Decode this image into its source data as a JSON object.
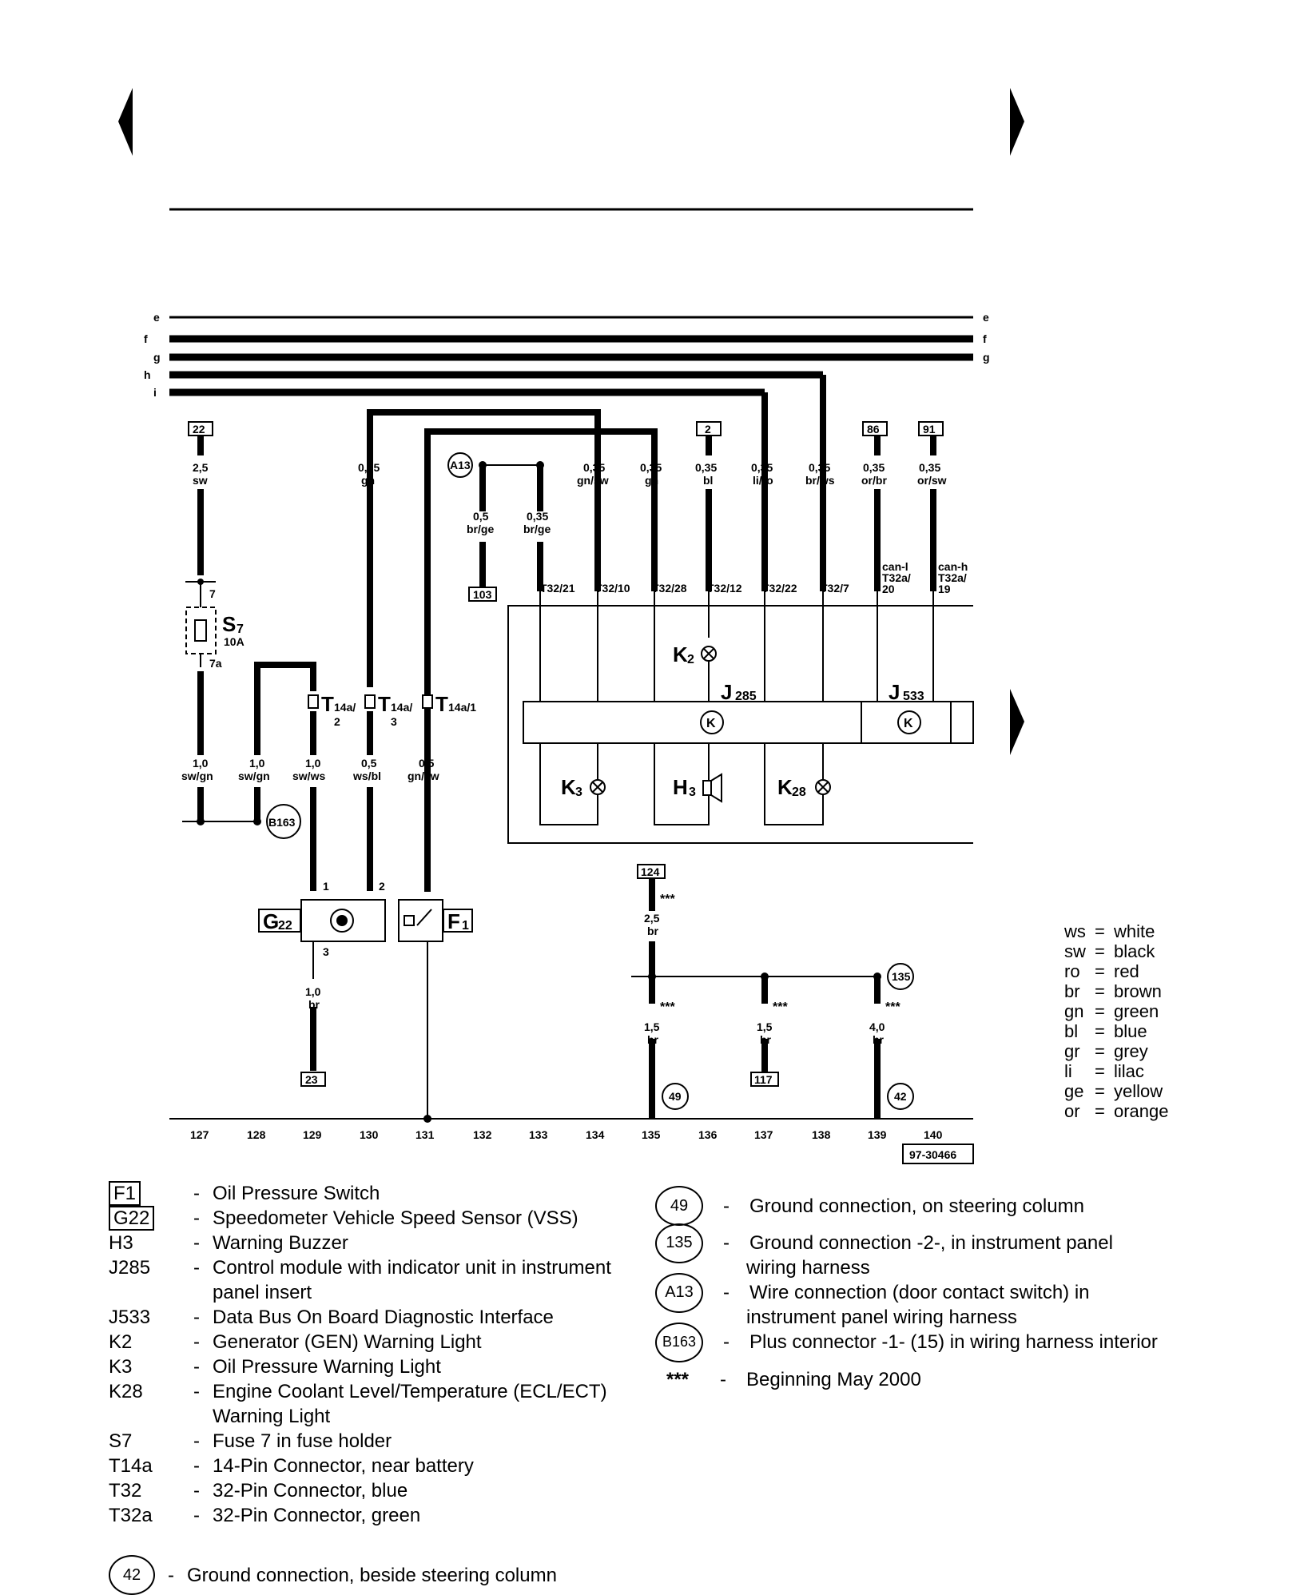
{
  "bus_lines": [
    "e",
    "f",
    "g",
    "h",
    "i"
  ],
  "wires": {
    "w127": {
      "gauge": "2,5",
      "color": "sw"
    },
    "w130": {
      "gauge": "0,35",
      "color": "gn"
    },
    "w_a13a": {
      "gauge": "0,5",
      "color": "br/ge"
    },
    "w_a13b": {
      "gauge": "0,35",
      "color": "br/ge"
    },
    "w134": {
      "gauge": "0,35",
      "color": "gn/sw"
    },
    "w135": {
      "gauge": "0,35",
      "color": "gn"
    },
    "w136": {
      "gauge": "0,35",
      "color": "bl"
    },
    "w137": {
      "gauge": "0,35",
      "color": "li/ro"
    },
    "w138": {
      "gauge": "0,35",
      "color": "br/ws"
    },
    "w139": {
      "gauge": "0,35",
      "color": "or/br"
    },
    "w140": {
      "gauge": "0,35",
      "color": "or/sw"
    },
    "l127": {
      "gauge": "1,0",
      "color": "sw/gn"
    },
    "l128": {
      "gauge": "1,0",
      "color": "sw/gn"
    },
    "l129": {
      "gauge": "1,0",
      "color": "sw/ws"
    },
    "l130": {
      "gauge": "0,5",
      "color": "ws/bl"
    },
    "l131": {
      "gauge": "0,5",
      "color": "gn/sw"
    },
    "g22out": {
      "gauge": "1,0",
      "color": "br"
    },
    "gnd1": {
      "gauge": "2,5",
      "color": "br"
    },
    "gnd2": {
      "gauge": "1,5",
      "color": "br"
    },
    "gnd3": {
      "gauge": "1,5",
      "color": "br"
    },
    "gnd4": {
      "gauge": "4,0",
      "color": "br"
    }
  },
  "refs": {
    "r22": "22",
    "r2": "2",
    "r86": "86",
    "r91": "91",
    "r103": "103",
    "r23": "23",
    "r124": "124",
    "r117": "117"
  },
  "pins": {
    "p_s7_in": "7",
    "p_s7_out": "7a",
    "p1": "T32/21",
    "p2": "T32/10",
    "p3": "T32/28",
    "p4": "T32/12",
    "p5": "T32/22",
    "p6": "T32/7",
    "canl": "can-l",
    "canl2": "T32a/",
    "canl3": "20",
    "canh": "can-h",
    "canh2": "T32a/",
    "canh3": "19",
    "t14a_1a": "T",
    "t14a_1b": "14a/",
    "t14a_1c": "2",
    "t14a_2a": "T",
    "t14a_2b": "14a/",
    "t14a_2c": "3",
    "t14a_3a": "T",
    "t14a_3b": "14a/1",
    "g22p1": "1",
    "g22p2": "2",
    "g22p3": "3"
  },
  "components": {
    "s7": "S",
    "s7sub": "7",
    "s7amp": "10A",
    "k2": "K",
    "k2sub": "2",
    "j285": "J",
    "j285sub": "285",
    "j533": "J",
    "j533sub": "533",
    "k3": "K",
    "k3sub": "3",
    "h3": "H",
    "h3sub": "3",
    "k28": "K",
    "k28sub": "28",
    "g22": "G",
    "g22sub": "22",
    "f1": "F",
    "f1sub": "1",
    "a13": "A13",
    "b163": "B163",
    "g135": "135",
    "g49": "49",
    "g42": "42"
  },
  "stars": "***",
  "tracks": [
    "127",
    "128",
    "129",
    "130",
    "131",
    "132",
    "133",
    "134",
    "135",
    "136",
    "137",
    "138",
    "139",
    "140"
  ],
  "drawing_no": "97-30466",
  "color_key": [
    {
      "abbr": "ws",
      "name": "white"
    },
    {
      "abbr": "sw",
      "name": "black"
    },
    {
      "abbr": "ro",
      "name": "red"
    },
    {
      "abbr": "br",
      "name": "brown"
    },
    {
      "abbr": "gn",
      "name": "green"
    },
    {
      "abbr": "bl",
      "name": "blue"
    },
    {
      "abbr": "gr",
      "name": "grey"
    },
    {
      "abbr": "li",
      "name": "lilac"
    },
    {
      "abbr": "ge",
      "name": "yellow"
    },
    {
      "abbr": "or",
      "name": "orange"
    }
  ],
  "legend_left": [
    {
      "code": "F1",
      "boxed": true,
      "desc": "Oil Pressure Switch",
      "cont": ""
    },
    {
      "code": "G22",
      "boxed": true,
      "desc": "Speedometer Vehicle Speed Sensor (VSS)",
      "cont": ""
    },
    {
      "code": "H3",
      "boxed": false,
      "desc": "Warning Buzzer",
      "cont": ""
    },
    {
      "code": "J285",
      "boxed": false,
      "desc": "Control module with indicator unit in instrument",
      "cont": "panel insert"
    },
    {
      "code": "J533",
      "boxed": false,
      "desc": "Data Bus On Board Diagnostic Interface",
      "cont": ""
    },
    {
      "code": "K2",
      "boxed": false,
      "desc": "Generator (GEN) Warning Light",
      "cont": ""
    },
    {
      "code": "K3",
      "boxed": false,
      "desc": "Oil Pressure Warning Light",
      "cont": ""
    },
    {
      "code": "K28",
      "boxed": false,
      "desc": "Engine Coolant Level/Temperature (ECL/ECT)",
      "cont": "Warning Light"
    },
    {
      "code": "S7",
      "boxed": false,
      "desc": "Fuse 7 in fuse holder",
      "cont": ""
    },
    {
      "code": "T14a",
      "boxed": false,
      "desc": "14-Pin Connector, near battery",
      "cont": ""
    },
    {
      "code": "T32",
      "boxed": false,
      "desc": "32-Pin Connector, blue",
      "cont": ""
    },
    {
      "code": "T32a",
      "boxed": false,
      "desc": "32-Pin Connector, green",
      "cont": ""
    }
  ],
  "legend_right": [
    {
      "code": "49",
      "desc": "Ground connection, on steering column",
      "cont": ""
    },
    {
      "code": "135",
      "desc": "Ground connection -2-, in instrument panel",
      "cont": "wiring harness"
    },
    {
      "code": "A13",
      "desc": "Wire connection (door contact switch) in",
      "cont": "instrument panel wiring harness"
    },
    {
      "code": "B163",
      "desc": "Plus connector -1- (15) in wiring harness interior",
      "cont": ""
    },
    {
      "code": "***",
      "desc": "Beginning May 2000",
      "cont": ""
    }
  ],
  "legend_bottom": {
    "code": "42",
    "desc": "Ground connection, beside steering column"
  },
  "dash": "-",
  "eq": "="
}
